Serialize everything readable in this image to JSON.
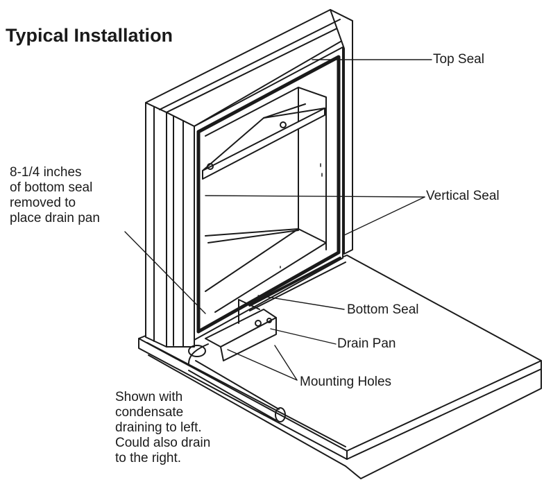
{
  "title": "Typical Installation",
  "labels": {
    "top_seal": "Top Seal",
    "vertical_seal": "Vertical Seal",
    "bottom_seal": "Bottom Seal",
    "drain_pan": "Drain Pan",
    "mounting_holes": "Mounting Holes"
  },
  "notes": {
    "drain_pan_note": [
      "8-1/4 inches",
      "of bottom seal",
      "removed to",
      "place drain pan"
    ],
    "drain_direction_note": [
      "Shown with",
      "condensate",
      "draining to left.",
      "Could also drain",
      "to the right."
    ]
  }
}
